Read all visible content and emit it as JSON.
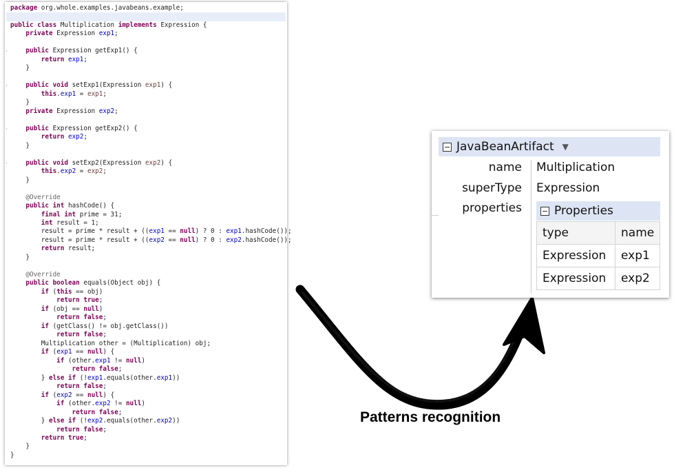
{
  "code": {
    "lines": [
      [
        [
          "package",
          "kw"
        ],
        [
          " org.whole.examples.javabeans.example;",
          ""
        ]
      ],
      [],
      [
        [
          "public class",
          "kw"
        ],
        [
          " Multiplication ",
          ""
        ],
        [
          "implements",
          "kw"
        ],
        [
          " Expression {",
          ""
        ]
      ],
      [
        [
          "    private",
          "kw"
        ],
        [
          " Expression ",
          ""
        ],
        [
          "exp1",
          "fd"
        ],
        [
          ";",
          ""
        ]
      ],
      [],
      [
        [
          "    public",
          "kw"
        ],
        [
          " Expression getExp1() {",
          ""
        ]
      ],
      [
        [
          "        return",
          "kw"
        ],
        [
          " ",
          ""
        ],
        [
          "exp1",
          "fd"
        ],
        [
          ";",
          ""
        ]
      ],
      [
        [
          "    }",
          ""
        ]
      ],
      [],
      [
        [
          "    public void",
          "kw"
        ],
        [
          " setExp1(Expression ",
          ""
        ],
        [
          "exp1",
          "pm"
        ],
        [
          ") {",
          ""
        ]
      ],
      [
        [
          "        this",
          "kw"
        ],
        [
          ".",
          ""
        ],
        [
          "exp1",
          "fd"
        ],
        [
          " = ",
          ""
        ],
        [
          "exp1",
          "pm"
        ],
        [
          ";",
          ""
        ]
      ],
      [
        [
          "    }",
          ""
        ]
      ],
      [
        [
          "    private",
          "kw"
        ],
        [
          " Expression ",
          ""
        ],
        [
          "exp2",
          "fd"
        ],
        [
          ";",
          ""
        ]
      ],
      [],
      [
        [
          "    public",
          "kw"
        ],
        [
          " Expression getExp2() {",
          ""
        ]
      ],
      [
        [
          "        return",
          "kw"
        ],
        [
          " ",
          ""
        ],
        [
          "exp2",
          "fd"
        ],
        [
          ";",
          ""
        ]
      ],
      [
        [
          "    }",
          ""
        ]
      ],
      [],
      [
        [
          "    public void",
          "kw"
        ],
        [
          " setExp2(Expression ",
          ""
        ],
        [
          "exp2",
          "pm"
        ],
        [
          ") {",
          ""
        ]
      ],
      [
        [
          "        this",
          "kw"
        ],
        [
          ".",
          ""
        ],
        [
          "exp2",
          "fd"
        ],
        [
          " = ",
          ""
        ],
        [
          "exp2",
          "pm"
        ],
        [
          ";",
          ""
        ]
      ],
      [
        [
          "    }",
          ""
        ]
      ],
      [],
      [
        [
          "    @Override",
          "an"
        ]
      ],
      [
        [
          "    public int",
          "kw"
        ],
        [
          " hashCode() {",
          ""
        ]
      ],
      [
        [
          "        final int",
          "kw"
        ],
        [
          " prime = 31;",
          ""
        ]
      ],
      [
        [
          "        int",
          "kw"
        ],
        [
          " result = 1;",
          ""
        ]
      ],
      [
        [
          "        result = prime * result + ((",
          ""
        ],
        [
          "exp1",
          "fd"
        ],
        [
          " == ",
          ""
        ],
        [
          "null",
          "kw"
        ],
        [
          ") ? 0 : ",
          ""
        ],
        [
          "exp1",
          "fd"
        ],
        [
          ".hashCode());",
          ""
        ]
      ],
      [
        [
          "        result = prime * result + ((",
          ""
        ],
        [
          "exp2",
          "fd"
        ],
        [
          " == ",
          ""
        ],
        [
          "null",
          "kw"
        ],
        [
          ") ? 0 : ",
          ""
        ],
        [
          "exp2",
          "fd"
        ],
        [
          ".hashCode());",
          ""
        ]
      ],
      [
        [
          "        return",
          "kw"
        ],
        [
          " result;",
          ""
        ]
      ],
      [
        [
          "    }",
          ""
        ]
      ],
      [],
      [
        [
          "    @Override",
          "an"
        ]
      ],
      [
        [
          "    public boolean",
          "kw"
        ],
        [
          " equals(Object obj) {",
          ""
        ]
      ],
      [
        [
          "        if",
          "kw"
        ],
        [
          " (",
          ""
        ],
        [
          "this",
          "kw"
        ],
        [
          " == obj)",
          ""
        ]
      ],
      [
        [
          "            return true",
          "kw"
        ],
        [
          ";",
          ""
        ]
      ],
      [
        [
          "        if",
          "kw"
        ],
        [
          " (obj == ",
          ""
        ],
        [
          "null",
          "kw"
        ],
        [
          ")",
          ""
        ]
      ],
      [
        [
          "            return false",
          "kw"
        ],
        [
          ";",
          ""
        ]
      ],
      [
        [
          "        if",
          "kw"
        ],
        [
          " (getClass() != obj.getClass())",
          ""
        ]
      ],
      [
        [
          "            return false",
          "kw"
        ],
        [
          ";",
          ""
        ]
      ],
      [
        [
          "        Multiplication other = (Multiplication) obj;",
          ""
        ]
      ],
      [
        [
          "        if",
          "kw"
        ],
        [
          " (",
          ""
        ],
        [
          "exp1",
          "fd"
        ],
        [
          " == ",
          ""
        ],
        [
          "null",
          "kw"
        ],
        [
          ") {",
          ""
        ]
      ],
      [
        [
          "            if",
          "kw"
        ],
        [
          " (other.",
          ""
        ],
        [
          "exp1",
          "fd"
        ],
        [
          " != ",
          ""
        ],
        [
          "null",
          "kw"
        ],
        [
          ")",
          ""
        ]
      ],
      [
        [
          "                return false",
          "kw"
        ],
        [
          ";",
          ""
        ]
      ],
      [
        [
          "        } ",
          ""
        ],
        [
          "else if",
          "kw"
        ],
        [
          " (!",
          ""
        ],
        [
          "exp1",
          "fd"
        ],
        [
          ".equals(other.",
          ""
        ],
        [
          "exp1",
          "fd"
        ],
        [
          "))",
          ""
        ]
      ],
      [
        [
          "            return false",
          "kw"
        ],
        [
          ";",
          ""
        ]
      ],
      [
        [
          "        if",
          "kw"
        ],
        [
          " (",
          ""
        ],
        [
          "exp2",
          "fd"
        ],
        [
          " == ",
          ""
        ],
        [
          "null",
          "kw"
        ],
        [
          ") {",
          ""
        ]
      ],
      [
        [
          "            if",
          "kw"
        ],
        [
          " (other.",
          ""
        ],
        [
          "exp2",
          "fd"
        ],
        [
          " != ",
          ""
        ],
        [
          "null",
          "kw"
        ],
        [
          ")",
          ""
        ]
      ],
      [
        [
          "                return false",
          "kw"
        ],
        [
          ";",
          ""
        ]
      ],
      [
        [
          "        } ",
          ""
        ],
        [
          "else if",
          "kw"
        ],
        [
          " (!",
          ""
        ],
        [
          "exp2",
          "fd"
        ],
        [
          ".equals(other.",
          ""
        ],
        [
          "exp2",
          "fd"
        ],
        [
          "))",
          ""
        ]
      ],
      [
        [
          "            return false",
          "kw"
        ],
        [
          ";",
          ""
        ]
      ],
      [
        [
          "        return true",
          "kw"
        ],
        [
          ";",
          ""
        ]
      ],
      [
        [
          "    }",
          ""
        ]
      ],
      [
        [
          "}",
          ""
        ]
      ]
    ]
  },
  "panel": {
    "title": "JavaBeanArtifact",
    "fields": [
      {
        "label": "name",
        "value": "Multiplication"
      },
      {
        "label": "superType",
        "value": "Expression"
      },
      {
        "label": "properties"
      }
    ],
    "properties": {
      "title": "Properties",
      "headers": [
        "type",
        "name"
      ],
      "rows": [
        [
          "Expression",
          "exp1"
        ],
        [
          "Expression",
          "exp2"
        ]
      ]
    }
  },
  "caption": "Patterns recognition"
}
